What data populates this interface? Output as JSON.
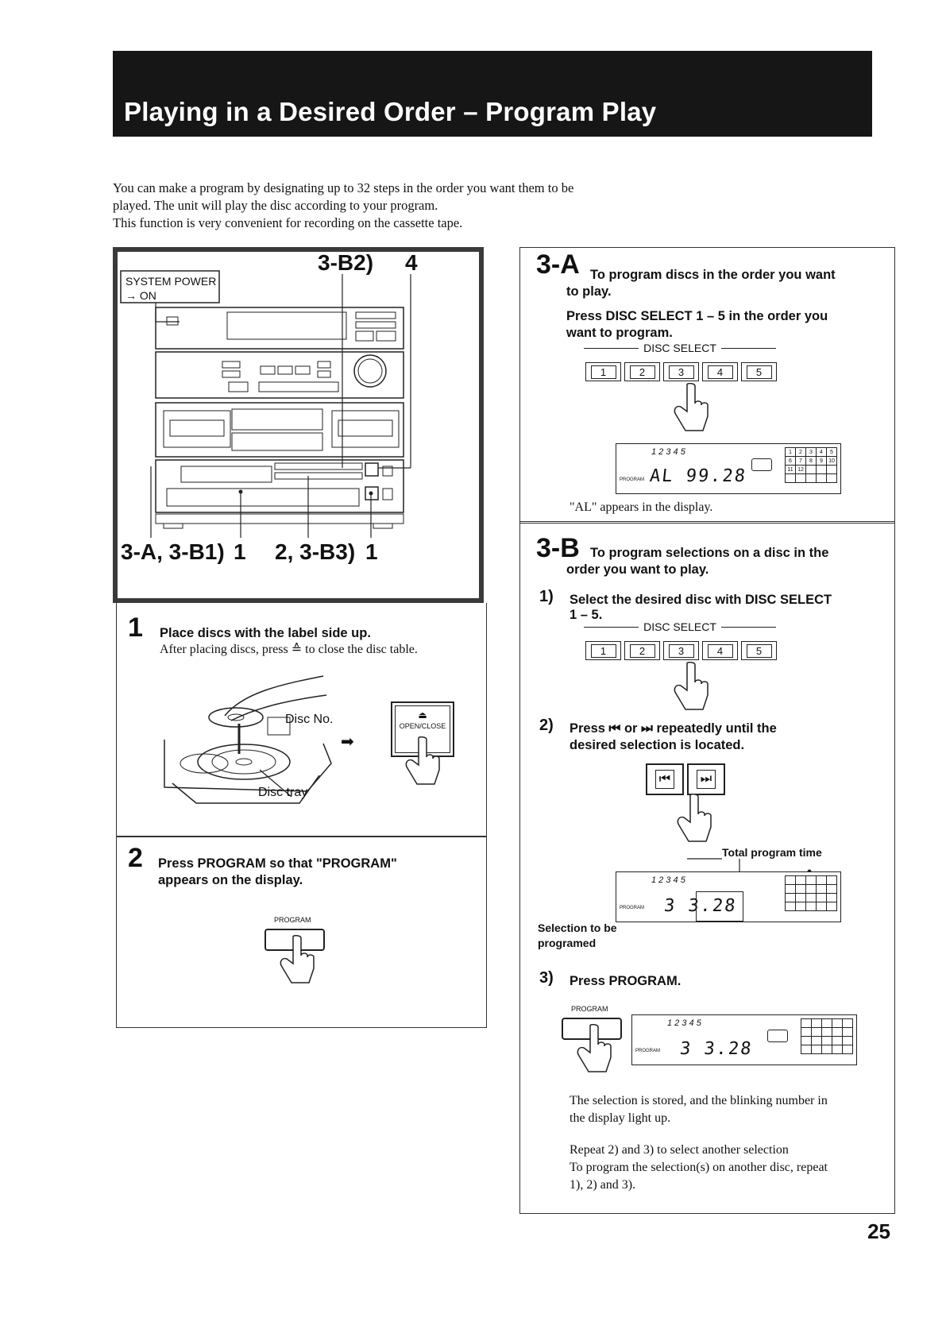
{
  "header": {
    "title": "Playing in a Desired Order – Program Play"
  },
  "intro": {
    "line1": "You can make a program by designating up to 32 steps in the order you want them to be",
    "line2": "played.  The unit will play the disc according to your program.",
    "line3": "This function is very convenient for recording on the cassette tape."
  },
  "device": {
    "power_label_1": "SYSTEM POWER",
    "power_label_2": "→ ON",
    "callout_top_1": "3-B2)",
    "callout_top_2": "4",
    "callout_bottom_1": "3-A, 3-B1)",
    "callout_bottom_2": "1",
    "callout_bottom_3": "2, 3-B3)",
    "callout_bottom_4": "1"
  },
  "step1": {
    "number": "1",
    "heading": "Place discs with the label side up.",
    "body": "After placing discs, press ≙ to close the disc table.",
    "disc_no_label": "Disc No.",
    "disc_tray_label": "Disc tray",
    "open_close_label": "OPEN/CLOSE",
    "eject_symbol": "⏏",
    "arrow": "➡"
  },
  "step2": {
    "number": "2",
    "heading_1": "Press PROGRAM so that \"PROGRAM\"",
    "heading_2": "appears on the display.",
    "program_label": "PROGRAM"
  },
  "step3a": {
    "number": "3-A",
    "heading_1": "To program discs in the order you want",
    "heading_2": "to play.",
    "sub_1": "Press DISC SELECT 1 – 5 in the order you",
    "sub_2": "want to program.",
    "disc_select_label": "DISC SELECT",
    "disc_buttons": [
      "1",
      "2",
      "3",
      "4",
      "5"
    ],
    "display_discs": "1  2  3  4  5",
    "display_program": "PROGRAM",
    "display_main": "AL  99.28",
    "caption": "\"AL\" appears in the display."
  },
  "step3b": {
    "number": "3-B",
    "heading_1": "To program selections on a disc in the",
    "heading_2": "order you want to play.",
    "s1_num": "1)",
    "s1_text_1": "Select the desired disc with DISC SELECT",
    "s1_text_2": "1 – 5.",
    "disc_select_label": "DISC SELECT",
    "disc_buttons": [
      "1",
      "2",
      "3",
      "4",
      "5"
    ],
    "s2_num": "2)",
    "s2_text_1": "Press ⏮ or ⏭ repeatedly until the",
    "s2_text_2": "desired selection is located.",
    "prev_symbol": "⏮",
    "next_symbol": "⏭",
    "total_time_label": "Total program time",
    "selection_label_1": "Selection to be",
    "selection_label_2": "programed",
    "display_main_s2": "3   3.28",
    "s3_num": "3)",
    "s3_text": "Press PROGRAM.",
    "program_label": "PROGRAM",
    "display_discs_s3": "1  2  3  4  5",
    "display_main_s3": "3   3.28",
    "body_1": "The selection is stored, and the blinking number in",
    "body_2": "the display light up.",
    "body_3": "Repeat 2) and 3) to select another selection",
    "body_4": "To program the selection(s) on another disc, repeat",
    "body_5": "1), 2) and 3)."
  },
  "grid_numbers": [
    "1",
    "2",
    "3",
    "4",
    "5",
    "6",
    "7",
    "8",
    "9",
    "10",
    "11",
    "12"
  ],
  "page_number": "25"
}
